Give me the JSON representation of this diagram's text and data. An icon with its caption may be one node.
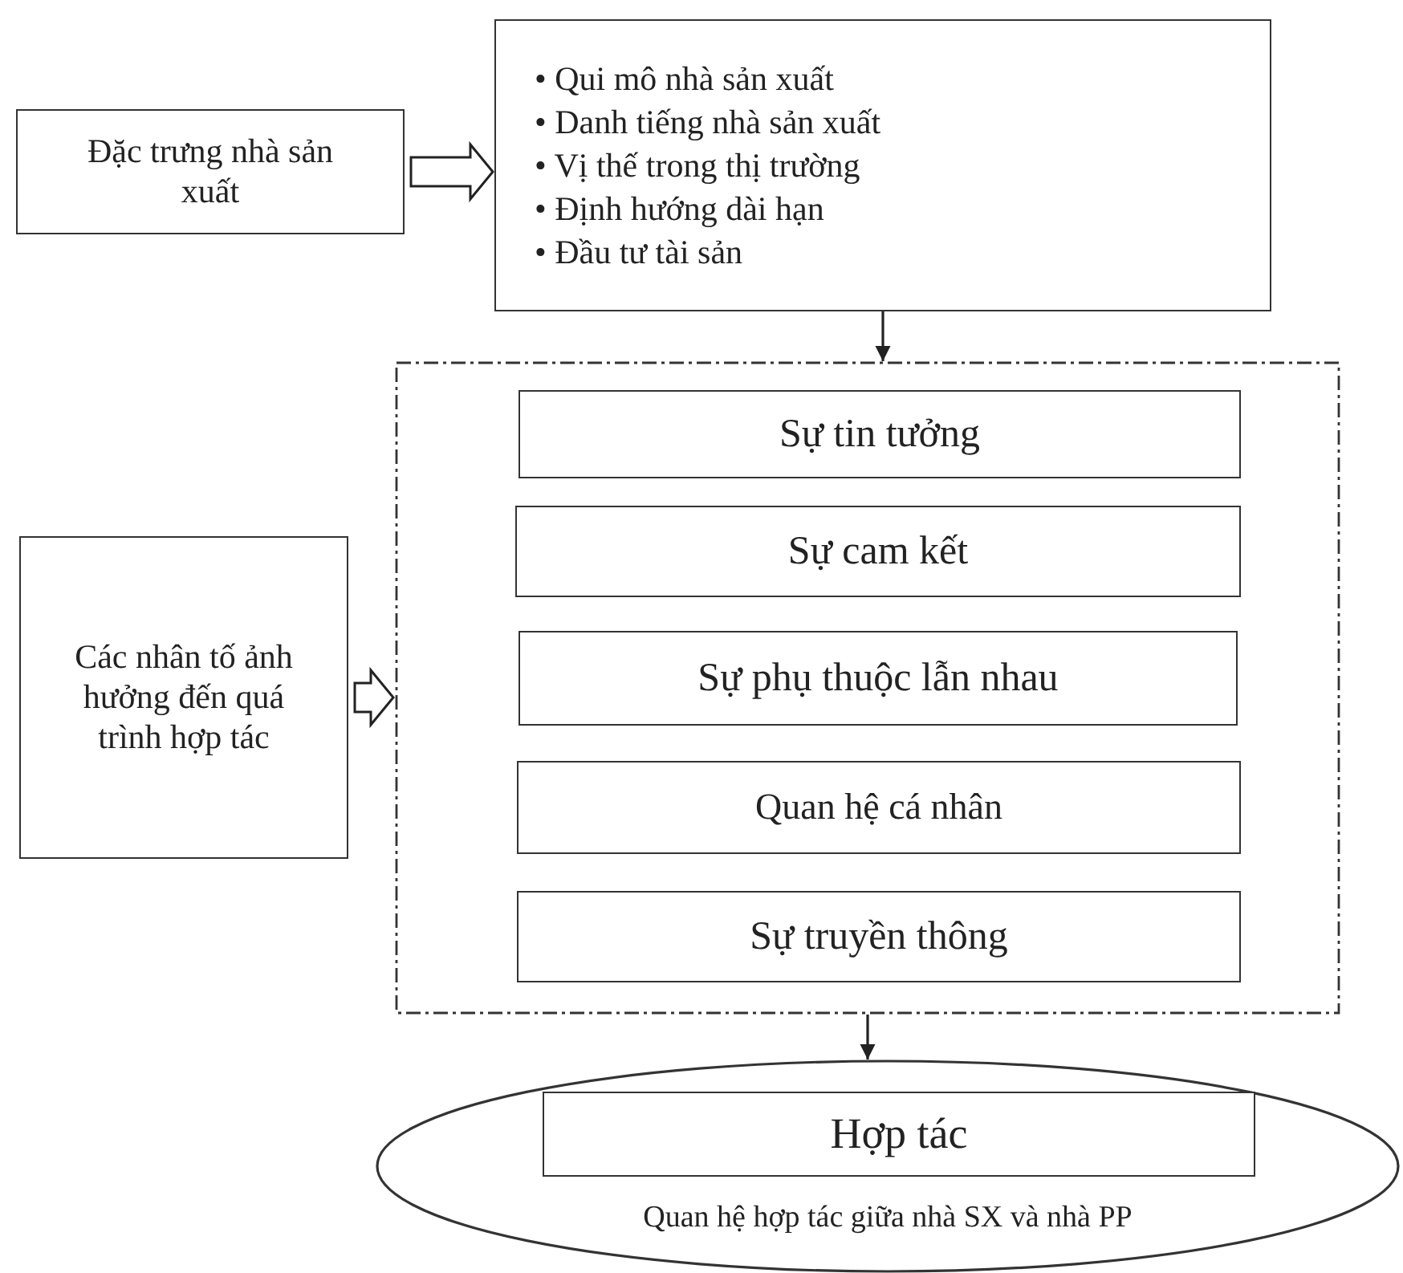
{
  "diagram": {
    "nodes": [
      {
        "text": [
          "Đặc trưng nhà sản xuất"
        ]
      },
      {
        "text": [
          "• Qui mô nhà sản xuất",
          "• Danh tiếng nhà sản xuất",
          "• Vị thế trong thị trường",
          "• Định hướng dài hạn",
          "• Đầu tư tài sản"
        ]
      },
      {
        "text": [],
        "shape": "box"
      },
      {
        "text": [
          "Sự tin tưởng"
        ],
        "in": 2
      },
      {
        "text": [
          "Sự cam kết"
        ],
        "in": 2
      },
      {
        "text": [
          "Sự phụ thuộc lẫn nhau"
        ],
        "in": 2
      },
      {
        "text": [
          "Quan hệ cá nhân"
        ],
        "in": 2
      },
      {
        "text": [
          "Sự truyền thông"
        ],
        "in": 2
      },
      {
        "text": [
          "Các nhân tố ảnh hưởng đến quá trình hợp tác"
        ]
      },
      {
        "text": [
          "Quan hệ hợp tác giữa nhà SX và nhà PP"
        ]
      },
      {
        "text": [
          "Hợp tác"
        ],
        "in": 9
      }
    ],
    "edges": [
      {
        "from": 0,
        "to": 1,
        "arrow": "to",
        "style": "thick"
      },
      {
        "from": 1,
        "to": 2,
        "arrow": "to"
      },
      {
        "from": 8,
        "to": 2,
        "arrow": "to",
        "style": "thick"
      },
      {
        "from": 2,
        "to": 9,
        "arrow": "to"
      }
    ]
  }
}
